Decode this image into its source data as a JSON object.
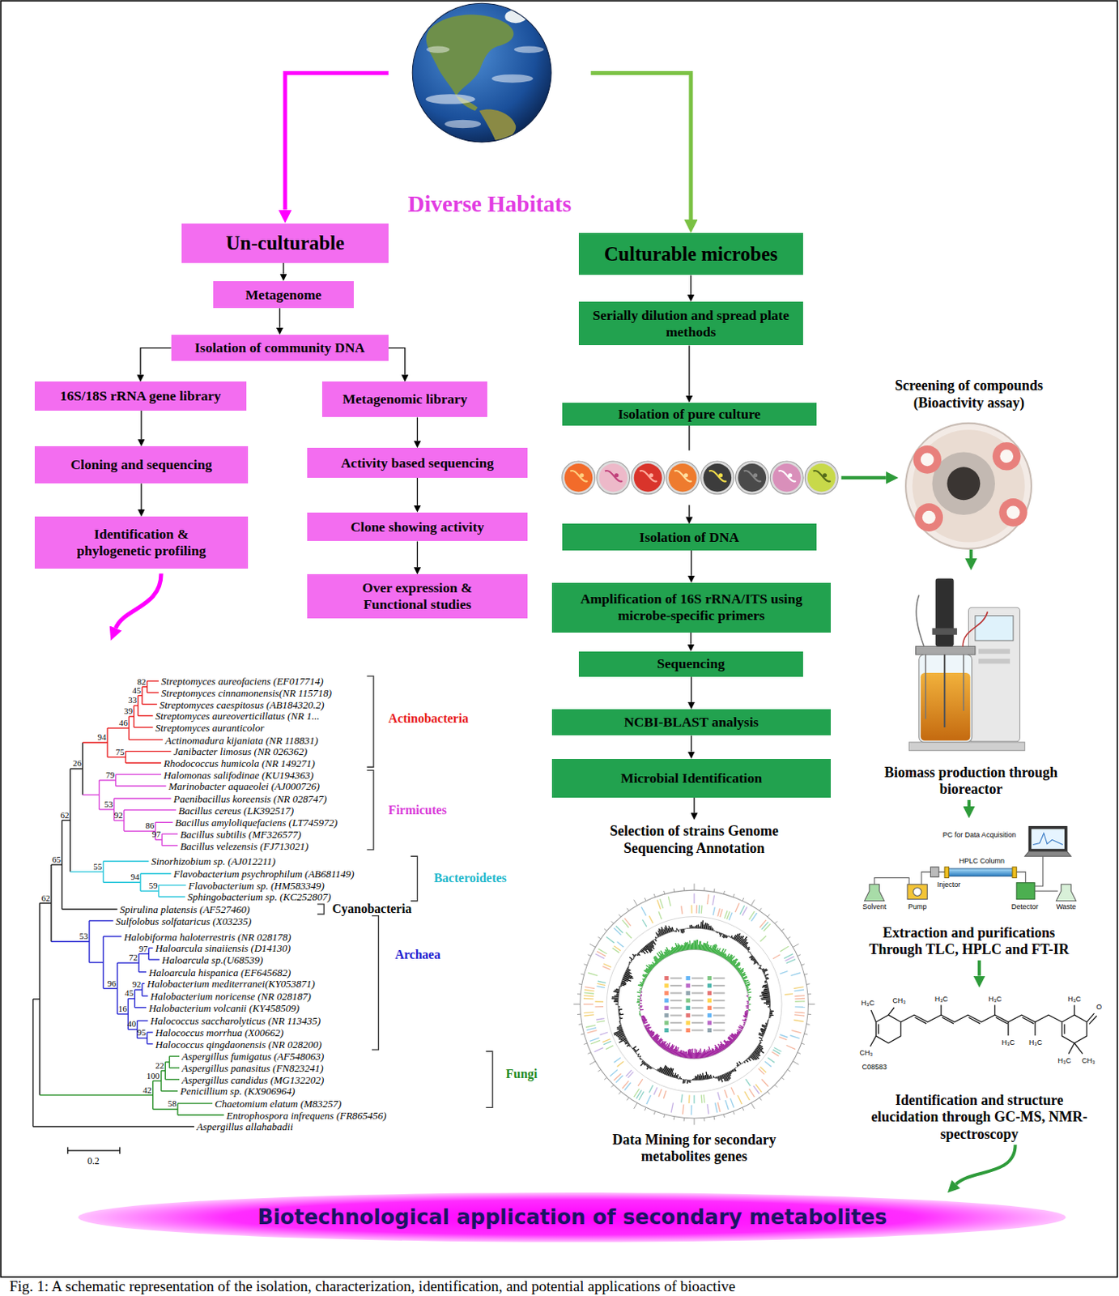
{
  "diagram": {
    "caption": "Fig. 1: A schematic representation of the isolation, characterization, identification, and potential applications of bioactive",
    "nodes": [
      {
        "text": [
          "Diverse Habitats"
        ]
      },
      {
        "text": [
          "Un-culturable"
        ]
      },
      {
        "text": [
          "Metagenome"
        ]
      },
      {
        "text": [
          "Isolation of community DNA"
        ]
      },
      {
        "text": [
          "16S/18S rRNA gene library"
        ]
      },
      {
        "text": [
          "Cloning and sequencing"
        ]
      },
      {
        "text": [
          "Identification & phylogenetic profiling"
        ]
      },
      {
        "text": [
          "Metagenomic library"
        ]
      },
      {
        "text": [
          "Activity based sequencing"
        ]
      },
      {
        "text": [
          "Clone showing activity"
        ]
      },
      {
        "text": [
          "Over expression & Functional studies"
        ]
      },
      {
        "text": [
          "Culturable microbes"
        ]
      },
      {
        "text": [
          "Serially dilution and spread plate methods"
        ]
      },
      {
        "text": [
          "Isolation of pure culture"
        ]
      },
      {
        "text": [
          "Isolation of DNA"
        ]
      },
      {
        "text": [
          "Amplification of 16S rRNA/ITS using microbe-specific primers"
        ]
      },
      {
        "text": [
          "Sequencing"
        ]
      },
      {
        "text": [
          "NCBI-BLAST analysis"
        ]
      },
      {
        "text": [
          "Microbial Identification"
        ]
      },
      {
        "text": [
          "Selection of strains Genome Sequencing Annotation",
          "Data Mining for secondary metabolites genes"
        ]
      },
      {
        "text": [
          "Screening of compounds (Bioactivity assay)"
        ]
      },
      {
        "text": [
          "Biomass production through bioreactor"
        ]
      },
      {
        "text": [
          "Extraction and purifications Through TLC, HPLC and FT-IR"
        ]
      },
      {
        "text": [
          "Identification and structure elucidation through GC-MS, NMR- spectroscopy"
        ]
      },
      {
        "text": [
          "Biotechnological application of secondary metabolites"
        ]
      }
    ],
    "edges": [
      {
        "from": 0,
        "to": 1,
        "arrow": "to"
      },
      {
        "from": 0,
        "to": 11,
        "arrow": "to"
      },
      {
        "from": 1,
        "to": 2,
        "arrow": "to"
      },
      {
        "from": 2,
        "to": 3,
        "arrow": "to"
      },
      {
        "from": 3,
        "to": 4,
        "arrow": "to"
      },
      {
        "from": 3,
        "to": 7,
        "arrow": "to"
      },
      {
        "from": 4,
        "to": 5,
        "arrow": "to"
      },
      {
        "from": 5,
        "to": 6,
        "arrow": "to"
      },
      {
        "from": 7,
        "to": 8,
        "arrow": "to"
      },
      {
        "from": 8,
        "to": 9,
        "arrow": "to"
      },
      {
        "from": 9,
        "to": 10,
        "arrow": "to"
      },
      {
        "from": 11,
        "to": 12,
        "arrow": "to"
      },
      {
        "from": 12,
        "to": 13,
        "arrow": "to"
      },
      {
        "from": 13,
        "to": 14,
        "arrow": "to"
      },
      {
        "from": 14,
        "to": 15,
        "arrow": "to"
      },
      {
        "from": 15,
        "to": 16,
        "arrow": "to"
      },
      {
        "from": 16,
        "to": 17,
        "arrow": "to"
      },
      {
        "from": 17,
        "to": 18,
        "arrow": "to"
      },
      {
        "from": 18,
        "to": 19,
        "arrow": "to"
      },
      {
        "from": 20,
        "to": 21,
        "arrow": "to"
      },
      {
        "from": 21,
        "to": 22,
        "arrow": "to"
      },
      {
        "from": 22,
        "to": 23,
        "arrow": "to"
      },
      {
        "from": 23,
        "to": 24,
        "arrow": "to"
      }
    ],
    "labels": [
      "Streptomyces aureofaciens (EF017714)",
      "Streptomyces cinnamonensis(NR 115718)",
      "Streptomyces caespitosus (AB184320.2)",
      "Streptomyces aureoverticillatus (NR 1...",
      "Streptomyces auranticolor",
      "Actinomadura kijaniata (NR 118831)",
      "Janibacter limosus (NR 026362)",
      "Rhodococcus humicola (NR 149271)",
      "Halomonas salifodinae (KU194363)",
      "Marinobacter aquaeolei (AJ000726)",
      "Paenibacillus koreensis (NR 028747)",
      "Bacillus cereus (LK392517)",
      "Bacillus amyloliquefaciens (LT745972)",
      "Bacillus subtilis (MF326577)",
      "Bacillus velezensis (FJ713021)",
      "Sinorhizobium sp. (AJ012211)",
      "Flavobacterium psychrophilum (AB681149)",
      "Flavobacterium sp. (HM583349)",
      "Sphingobacterium sp. (KC252807)",
      "Spirulina platensis (AF527460)",
      "Sulfolobus solfataricus (X03235)",
      "Halobiforma haloterrestris (NR 028178)",
      "Haloarcula sinaiiensis (D14130)",
      "Haloarcula sp.(U68539)",
      "Haloarcula hispanica (EF645682)",
      "Halobacterium mediterranei(KY053871)",
      "Halobacterium noricense (NR 028187)",
      "Halobacterium volcanii (KY458509)",
      "Halococcus saccharolyticus (NR 113435)",
      "Halococcus morrhua (X00662)",
      "Halococcus qingdaonensis (NR 028200)",
      "Aspergillus fumigatus (AF548063)",
      "Aspergillus panasitus (FN823241)",
      "Aspergillus candidus (MG132202)",
      "Penicillium sp. (KX906964)",
      "Chaetomium elatum (M83257)",
      "Entrophospora infrequens (FR865456)",
      "Aspergillus allahabadii",
      "Actinobacteria",
      "Firmicutes",
      "Bacteroidetes",
      "Cyanobacteria",
      "Archaea",
      "Fungi",
      "82",
      "45",
      "33",
      "39",
      "46",
      "75",
      "94",
      "79",
      "97",
      "86",
      "92",
      "53",
      "26",
      "59",
      "94",
      "55",
      "62",
      "65",
      "97",
      "72",
      "92",
      "45",
      "95",
      "40",
      "16",
      "96",
      "53",
      "62",
      "22",
      "100",
      "42",
      "58",
      "0.2",
      "Solvent",
      "Pump",
      "Injector",
      "HPLC Column",
      "PC for Data Acquisition",
      "Detector",
      "Waste",
      "H₃C",
      "CH₃",
      "CH₃",
      "C08583",
      "H₃C",
      "H₃C",
      "H₃C",
      "H₃C",
      "O",
      "H₃C",
      "H₃C",
      "CH₃"
    ]
  }
}
